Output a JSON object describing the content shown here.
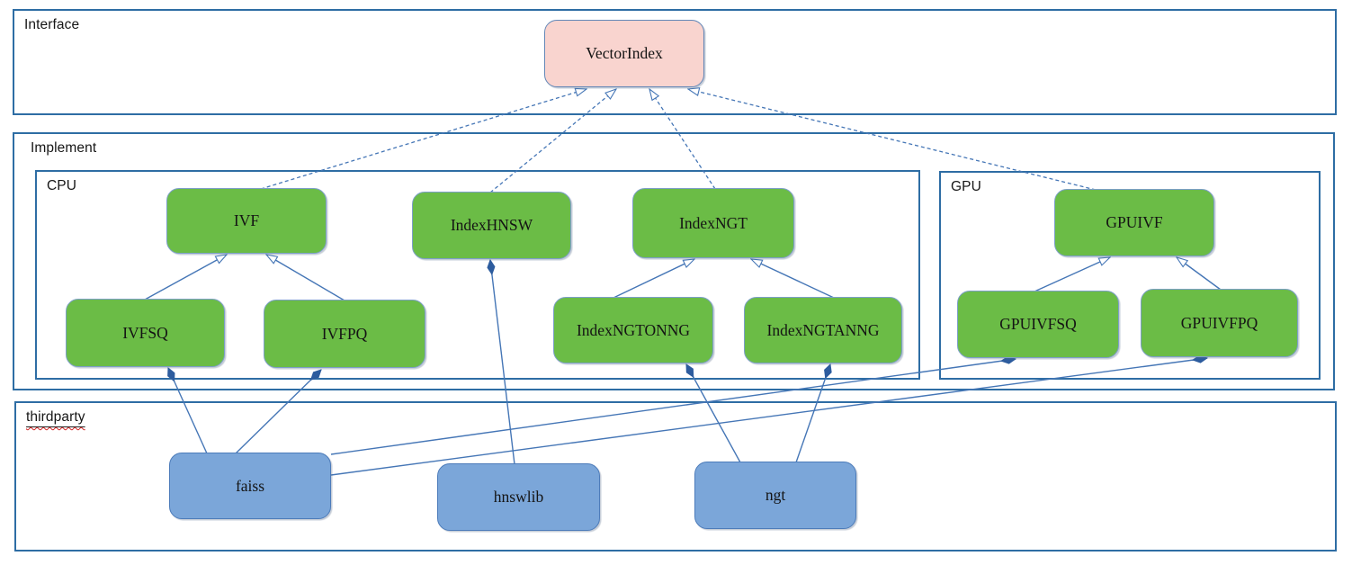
{
  "diagram": {
    "containers": {
      "interface": {
        "label": "Interface"
      },
      "implement": {
        "label": "Implement"
      },
      "cpu": {
        "label": "CPU"
      },
      "gpu": {
        "label": "GPU"
      },
      "thirdparty": {
        "label": "thirdparty"
      }
    },
    "nodes": {
      "vectorindex": {
        "label": "VectorIndex",
        "kind": "interface"
      },
      "ivf": {
        "label": "IVF",
        "kind": "implementation"
      },
      "indexhnsw": {
        "label": "IndexHNSW",
        "kind": "implementation"
      },
      "indexngt": {
        "label": "IndexNGT",
        "kind": "implementation"
      },
      "gpuivf": {
        "label": "GPUIVF",
        "kind": "implementation"
      },
      "ivfsq": {
        "label": "IVFSQ",
        "kind": "implementation"
      },
      "ivfpq": {
        "label": "IVFPQ",
        "kind": "implementation"
      },
      "indexngtonng": {
        "label": "IndexNGTONNG",
        "kind": "implementation"
      },
      "indexngtanng": {
        "label": "IndexNGTANNG",
        "kind": "implementation"
      },
      "gpuivfsq": {
        "label": "GPUIVFSQ",
        "kind": "implementation"
      },
      "gpuivfpq": {
        "label": "GPUIVFPQ",
        "kind": "implementation"
      },
      "faiss": {
        "label": "faiss",
        "kind": "thirdparty"
      },
      "hnswlib": {
        "label": "hnswlib",
        "kind": "thirdparty"
      },
      "ngt": {
        "label": "ngt",
        "kind": "thirdparty"
      }
    },
    "edges": [
      {
        "from": "ivf",
        "to": "vectorindex",
        "type": "realization-dashed"
      },
      {
        "from": "indexhnsw",
        "to": "vectorindex",
        "type": "realization-dashed"
      },
      {
        "from": "indexngt",
        "to": "vectorindex",
        "type": "realization-dashed"
      },
      {
        "from": "gpuivf",
        "to": "vectorindex",
        "type": "realization-dashed"
      },
      {
        "from": "ivfsq",
        "to": "ivf",
        "type": "inheritance"
      },
      {
        "from": "ivfpq",
        "to": "ivf",
        "type": "inheritance"
      },
      {
        "from": "indexngtonng",
        "to": "indexngt",
        "type": "inheritance"
      },
      {
        "from": "indexngtanng",
        "to": "indexngt",
        "type": "inheritance"
      },
      {
        "from": "gpuivfsq",
        "to": "gpuivf",
        "type": "inheritance"
      },
      {
        "from": "gpuivfpq",
        "to": "gpuivf",
        "type": "inheritance"
      },
      {
        "from": "indexhnsw",
        "to": "hnswlib",
        "type": "composition"
      },
      {
        "from": "ivfsq",
        "to": "faiss",
        "type": "composition"
      },
      {
        "from": "ivfpq",
        "to": "faiss",
        "type": "composition"
      },
      {
        "from": "indexngtonng",
        "to": "ngt",
        "type": "composition"
      },
      {
        "from": "indexngtanng",
        "to": "ngt",
        "type": "composition"
      },
      {
        "from": "gpuivfsq",
        "to": "faiss",
        "type": "composition"
      },
      {
        "from": "gpuivfpq",
        "to": "faiss",
        "type": "composition"
      }
    ],
    "colors": {
      "container_border": "#2e6da4",
      "connector": "#4576b6",
      "diamond": "#2d5c9e",
      "node_green": "#6bbc46",
      "node_border_green": "#7d9fc9",
      "node_pink": "#f9d4cf",
      "node_border_pink": "#6488b8",
      "node_blue": "#7ba6d9",
      "node_border_blue": "#4d7cba",
      "spellcheck": "#d02020"
    }
  }
}
